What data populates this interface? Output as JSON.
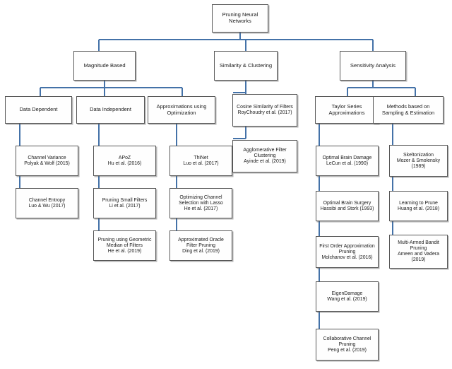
{
  "diagram": {
    "title": "Pruning Neural Networks",
    "accent_color": "#4472a8",
    "box_border_color": "#585858",
    "box_fill_color": "#fefefe",
    "root": {
      "label": "Pruning Neural Networks"
    },
    "level2": [
      {
        "label": "Magnitude Based"
      },
      {
        "label": "Similarity & Clustering"
      },
      {
        "label": "Sensitivity Analysis"
      }
    ],
    "level3": [
      {
        "label": "Data Dependent"
      },
      {
        "label": "Data Independent"
      },
      {
        "label_a": "Approximations using",
        "label_b": "Optimization"
      },
      {
        "label_a": "Taylor Series",
        "label_b": "Approximations"
      },
      {
        "label_a": "Methods based on",
        "label_b": "Sampling & Estimation"
      }
    ],
    "leaves": {
      "data_dependent": [
        {
          "name": "Channel Variance",
          "cite": "Polyak & Wolf (2015)"
        },
        {
          "name": "Channel Entropy",
          "cite": "Luo & Wu (2017)"
        }
      ],
      "data_independent": [
        {
          "name": "APoZ",
          "cite": "Hu et al. (2016)"
        },
        {
          "name": "Pruning Small Filters",
          "cite": "Li et al. (2017)"
        },
        {
          "name": "Pruning using Geometric Median of Filters",
          "cite": "He et al. (2019)"
        }
      ],
      "approximations_optimization": [
        {
          "name": "ThiNet",
          "cite": "Luo et al. (2017)"
        },
        {
          "name": "Optimizing Channel Selection with Lasso",
          "cite": "He et al. (2017)"
        },
        {
          "name": "Approximated Oracle Filter Pruning",
          "cite": "Ding et al. (2019)"
        }
      ],
      "similarity_clustering": [
        {
          "name": "Cosine Similarity of Filters",
          "cite": "RoyChoudry et al. (2017)"
        },
        {
          "name": "Agglomerative Filter Clustering",
          "cite": "Ayinde et al. (2019)"
        }
      ],
      "taylor_series": [
        {
          "name": "Optimal Brain Damage",
          "cite": "LeCun  et al. (1990)"
        },
        {
          "name": "Optimal Brain Surgery",
          "cite": "Hassibi and Stork (1993)"
        },
        {
          "name": "First Order Approximation Pruning",
          "cite": "Molchanov et al. (2016)"
        },
        {
          "name": "EigenDamage",
          "cite": "Wang et al. (2019)"
        },
        {
          "name": "Collaborative Channel Pruning",
          "cite": "Peng et al. (2019)"
        }
      ],
      "sampling_estimation": [
        {
          "name": "Skeltonization",
          "cite": "Mozer & Smolensky (1989)"
        },
        {
          "name": "Learning to Prune",
          "cite": "Huang  et al. (2018)"
        },
        {
          "name": "Multi-Armed Bandit Pruning",
          "cite": "Ameen and Vadera (2019)"
        }
      ]
    }
  }
}
